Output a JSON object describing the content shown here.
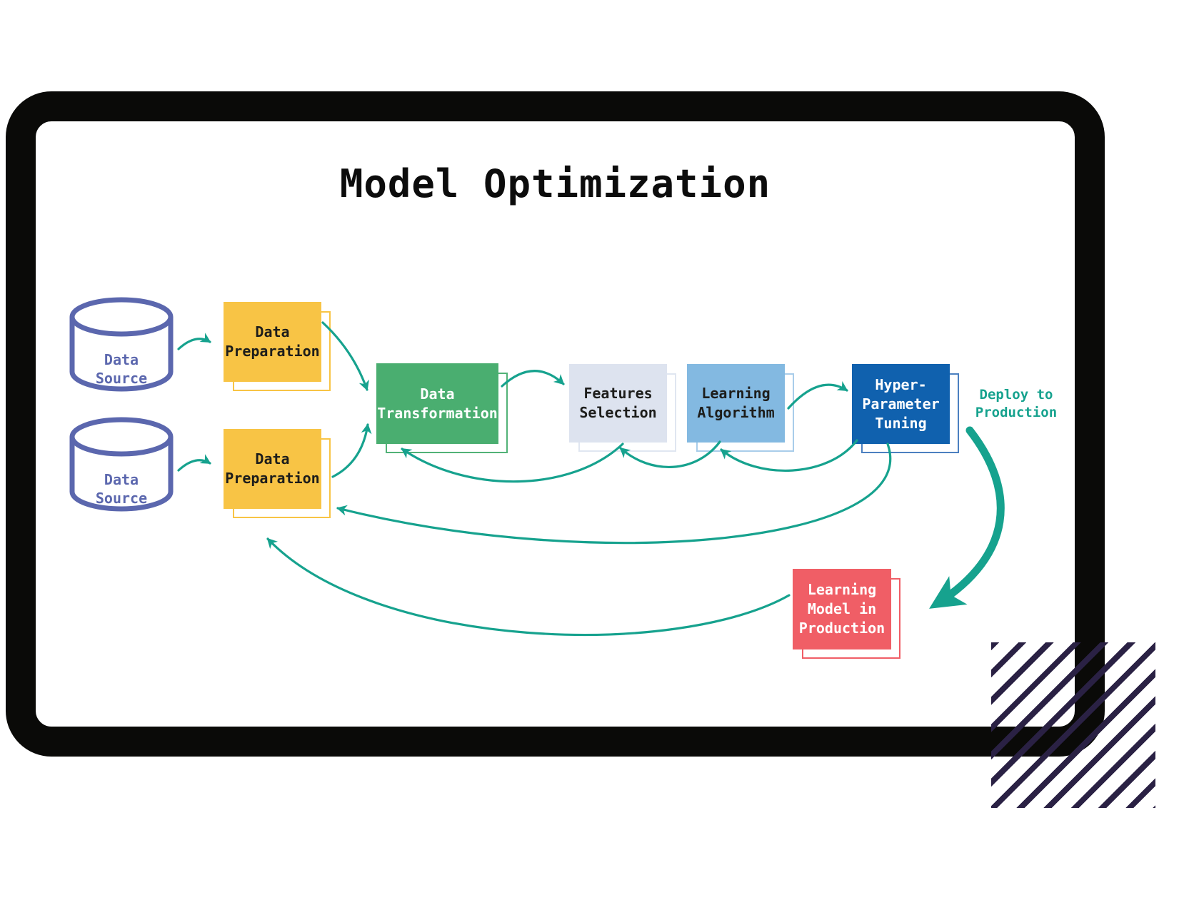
{
  "title": "Model Optimization",
  "colors": {
    "teal": "#16a28e",
    "yellow": "#f8c445",
    "green": "#4aae70",
    "green_outline": "#52b277",
    "lavender": "#dde3ef",
    "lavender_outline": "#e0e6f1",
    "lightblue": "#83b9e1",
    "lightblue_outline": "#a9cdea",
    "darkblue": "#1061ae",
    "darkblue_outline": "#4c80c0",
    "red": "#f05e66",
    "cylinder_blue": "#5b67ae",
    "frame_black": "#0a0a08",
    "stripe_navy": "#2a2144",
    "text_dark": "#1d1d1b",
    "text_light": "#ffffff"
  },
  "nodes": {
    "source1": {
      "lines": [
        "Data",
        "Source"
      ]
    },
    "source2": {
      "lines": [
        "Data",
        "Source"
      ]
    },
    "prep1": {
      "lines": [
        "Data",
        "Preparation"
      ]
    },
    "prep2": {
      "lines": [
        "Data",
        "Preparation"
      ]
    },
    "transform": {
      "lines": [
        "Data",
        "Transformation"
      ]
    },
    "features": {
      "lines": [
        "Features",
        "Selection"
      ]
    },
    "learning": {
      "lines": [
        "Learning",
        "Algorithm"
      ]
    },
    "hyper": {
      "lines": [
        "Hyper-",
        "Parameter",
        "Tuning"
      ]
    },
    "deploy_label": {
      "lines": [
        "Deploy to",
        "Production"
      ]
    },
    "model": {
      "lines": [
        "Learning",
        "Model in",
        "Production"
      ]
    }
  }
}
